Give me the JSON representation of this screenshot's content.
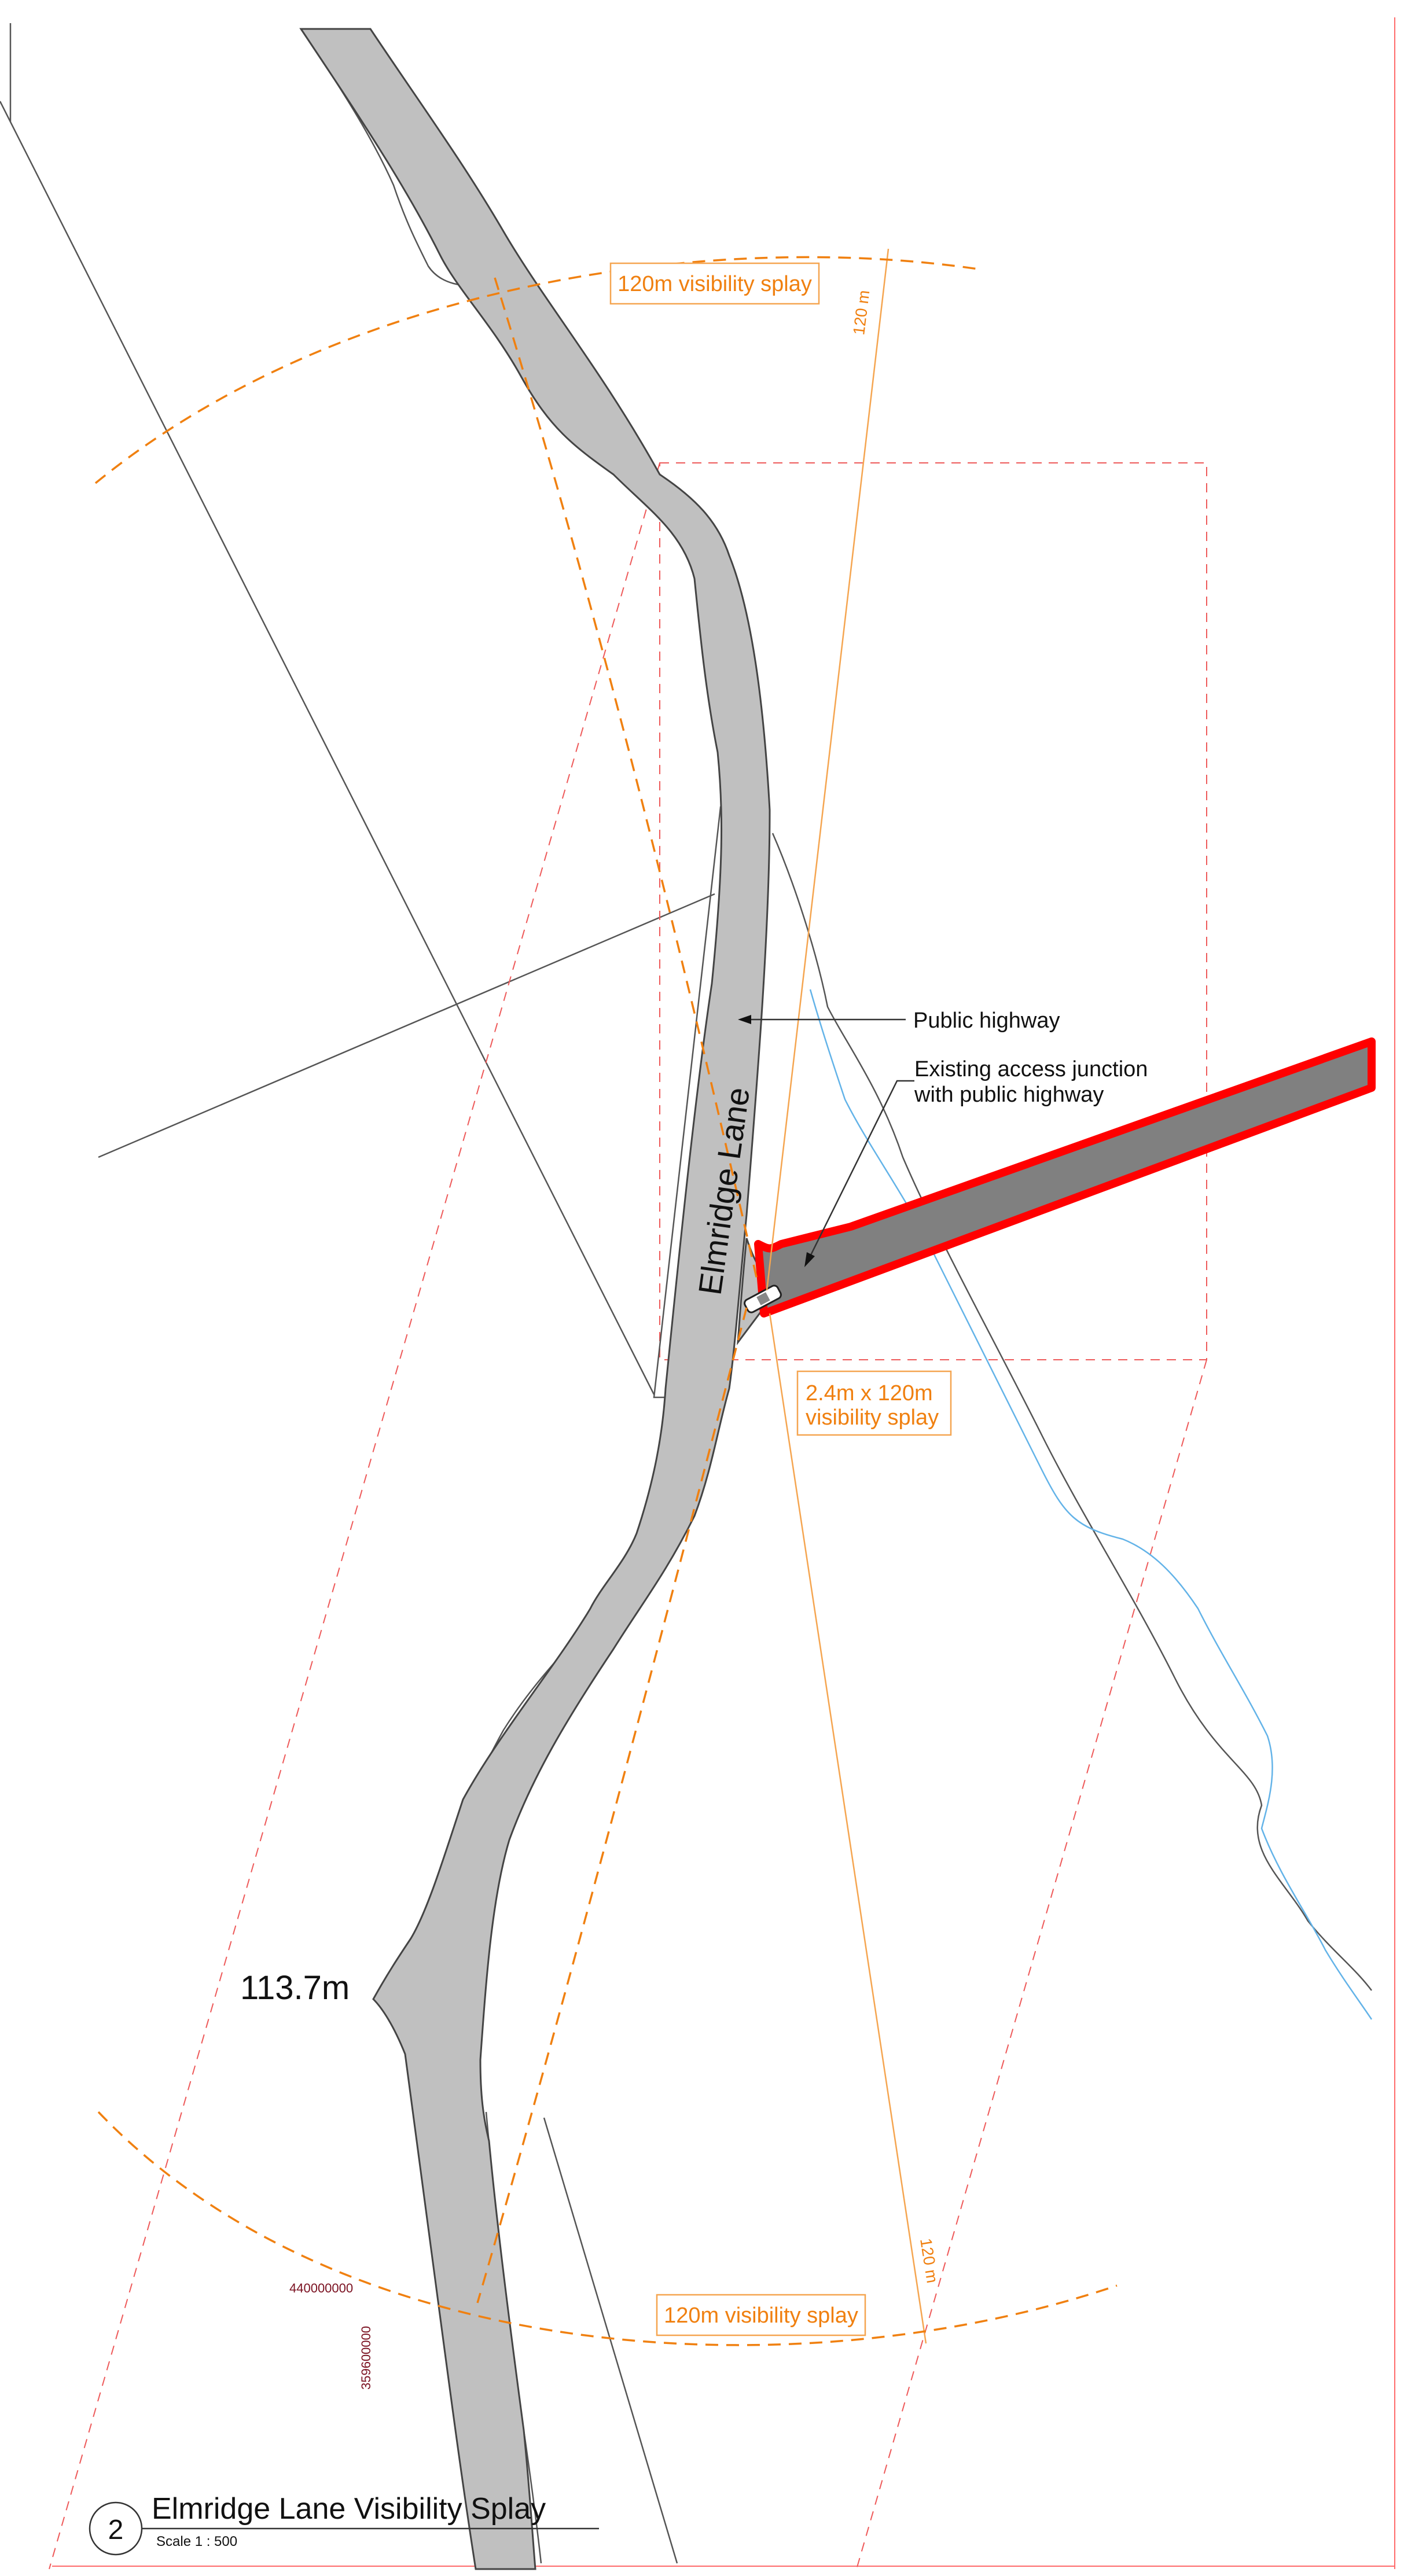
{
  "labels": {
    "splay_top": "120m visibility splay",
    "splay_bottom": "120m visibility splay",
    "dim_top": "120 m",
    "dim_bottom": "120 m",
    "public_highway": "Public highway",
    "access_line1": "Existing access junction",
    "access_line2": "with public highway",
    "splay_spec_line1": "2.4m x 120m",
    "splay_spec_line2": "visibility splay",
    "road_name": "Elmridge Lane",
    "level": "113.7m",
    "coord_easting": "440000000",
    "coord_northing": "359600000"
  },
  "title_block": {
    "number": "2",
    "title": "Elmridge Lane Visibility Splay",
    "scale": "Scale  1 : 500"
  },
  "colors": {
    "road": "#c0c0c0",
    "access_fill": "#808080",
    "boundary_red": "#ff0000",
    "splay_orange": "#f08010",
    "stream_blue": "#63b3e8"
  }
}
